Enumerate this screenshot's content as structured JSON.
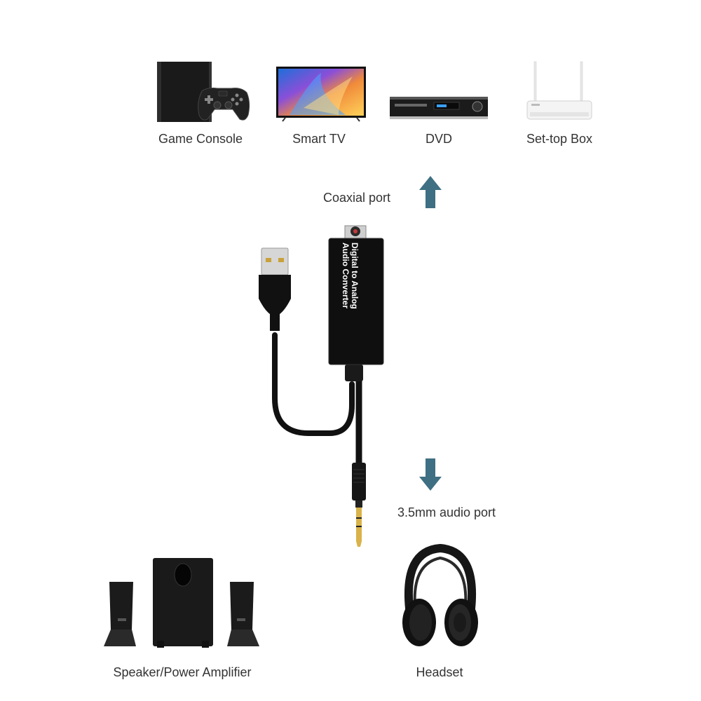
{
  "sources": [
    {
      "label": "Game Console",
      "icon": "game-console-icon"
    },
    {
      "label": "Smart TV",
      "icon": "smart-tv-icon"
    },
    {
      "label": "DVD",
      "icon": "dvd-player-icon"
    },
    {
      "label": "Set-top Box",
      "icon": "set-top-box-icon"
    }
  ],
  "ports": {
    "coaxial": "Coaxial port",
    "audio": "3.5mm audio port"
  },
  "converter": {
    "line1": "Digital to Analog",
    "line2": "Audio Converter"
  },
  "outputs": [
    {
      "label": "Speaker/Power Amplifier",
      "icon": "speaker-icon"
    },
    {
      "label": "Headset",
      "icon": "headset-icon"
    }
  ],
  "colors": {
    "arrow": "#3f6f82",
    "device_black": "#111111",
    "label_text": "#333333"
  }
}
